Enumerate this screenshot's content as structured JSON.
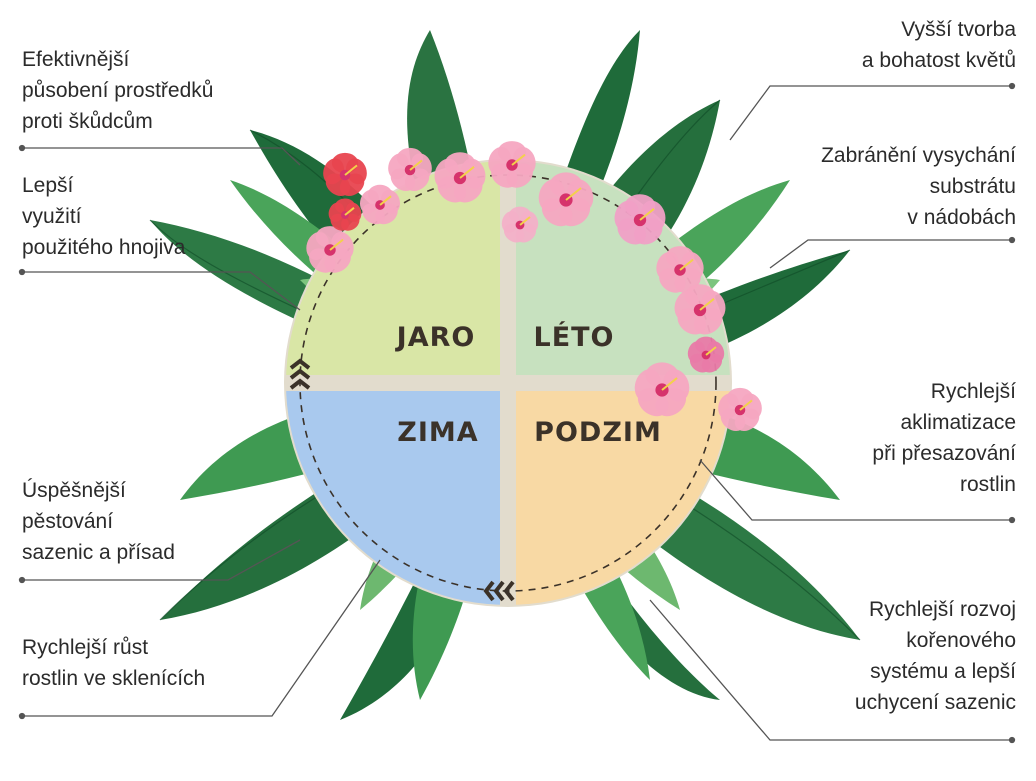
{
  "seasons": {
    "spring": "JARO",
    "summer": "LÉTO",
    "winter": "ZIMA",
    "autumn": "PODZIM"
  },
  "benefits": {
    "top_left": "Efektivnější\npůsobení prostředků\nproti škůdcům",
    "mid_left": "Lepší\nvyužití\npoužitého hnojiva",
    "low_left": "Úspěšnější\npěstování\nsazenic a přísad",
    "bottom_left": "Rychlejší růst\nrostlin ve sklenících",
    "top_right": "Vyšší tvorba\na bohatost květů",
    "mid_right": "Zabránění vysychání\nsubstrátu\nv nádobách",
    "low_right": "Rychlejší\naklimatizace\npři přesazování\nrostlin",
    "bottom_right": "Rychlejší rozvoj\nkořenového\nsystému a lepší\nuchycení sazenic"
  },
  "colors": {
    "spring": "#d9e6a6",
    "summer": "#c7e1bf",
    "winter": "#a9c9ee",
    "autumn": "#f8d9a4",
    "divider": "#e2dccd",
    "leaf_dark": "#1f6b3a",
    "leaf_mid": "#3f9a52",
    "leaf_light": "#7cc47e",
    "flower_pink": "#f5a7c1",
    "flower_red": "#e8454f",
    "connector": "#555555"
  },
  "icons": {
    "cycle_arrows": "chevron-arrows-icon",
    "foliage": "tropical-leaves-icon",
    "flowers": "hibiscus-flower-icon"
  }
}
